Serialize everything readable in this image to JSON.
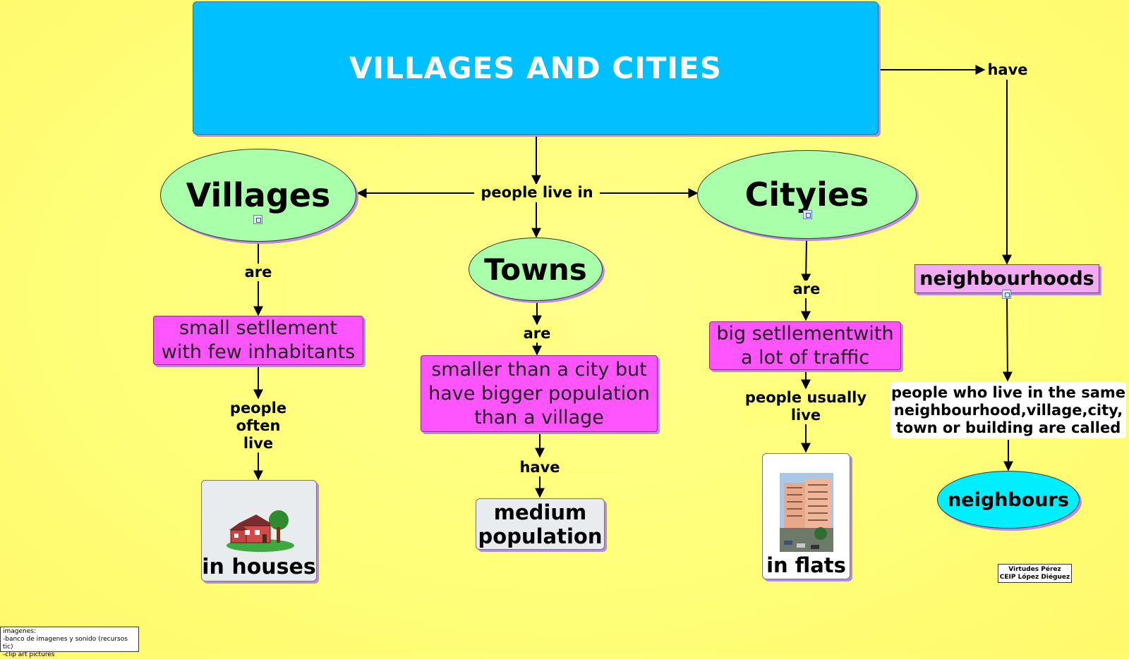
{
  "title": "VILLAGES AND CITIES",
  "nodes": {
    "villages": "Villages",
    "cityies": "Cityies",
    "towns": "Towns",
    "neighbourhoods": "neighbourhoods",
    "village_desc_1": "small setllement",
    "village_desc_2": "with few inhabitants",
    "town_desc_1": "smaller than a city but",
    "town_desc_2": "have bigger population",
    "town_desc_3": "than a village",
    "city_desc_1": "big setllementwith",
    "city_desc_2": "a lot of traffic",
    "houses": "in houses",
    "medium_1": "medium",
    "medium_2": "population",
    "flats": "in flats",
    "neighbours_def_1": "people who live in the same",
    "neighbours_def_2": "neighbourhood,village,city,",
    "neighbours_def_3": "town or building are called",
    "neighbours": "neighbours"
  },
  "links": {
    "have_top": "have",
    "people_live_in": "people live in",
    "are_village": "are",
    "are_town": "are",
    "are_city": "are",
    "people_often_1": "people",
    "people_often_2": "often",
    "people_often_3": "live",
    "have_town": "have",
    "people_usually_1": "people usually",
    "people_usually_2": "live"
  },
  "credits": {
    "author_1": "Virtudes Pérez",
    "author_2": "CEIP López Diéguez",
    "images_1": "imagenes:",
    "images_2": "-banco de imagenes y sonido (recursos tic)",
    "images_3": "-clip art pictures"
  },
  "colors": {
    "background": "#ffff7a",
    "title_box": "#00c0ff",
    "ellipse": "#aaffaa",
    "pink_box": "#ff55ff",
    "neighbourhoods_box": "#f2aaf2",
    "neighbours_ellipse": "#00eeff"
  },
  "icons": [
    "resource-icon",
    "house-clipart",
    "apartment-photo"
  ]
}
